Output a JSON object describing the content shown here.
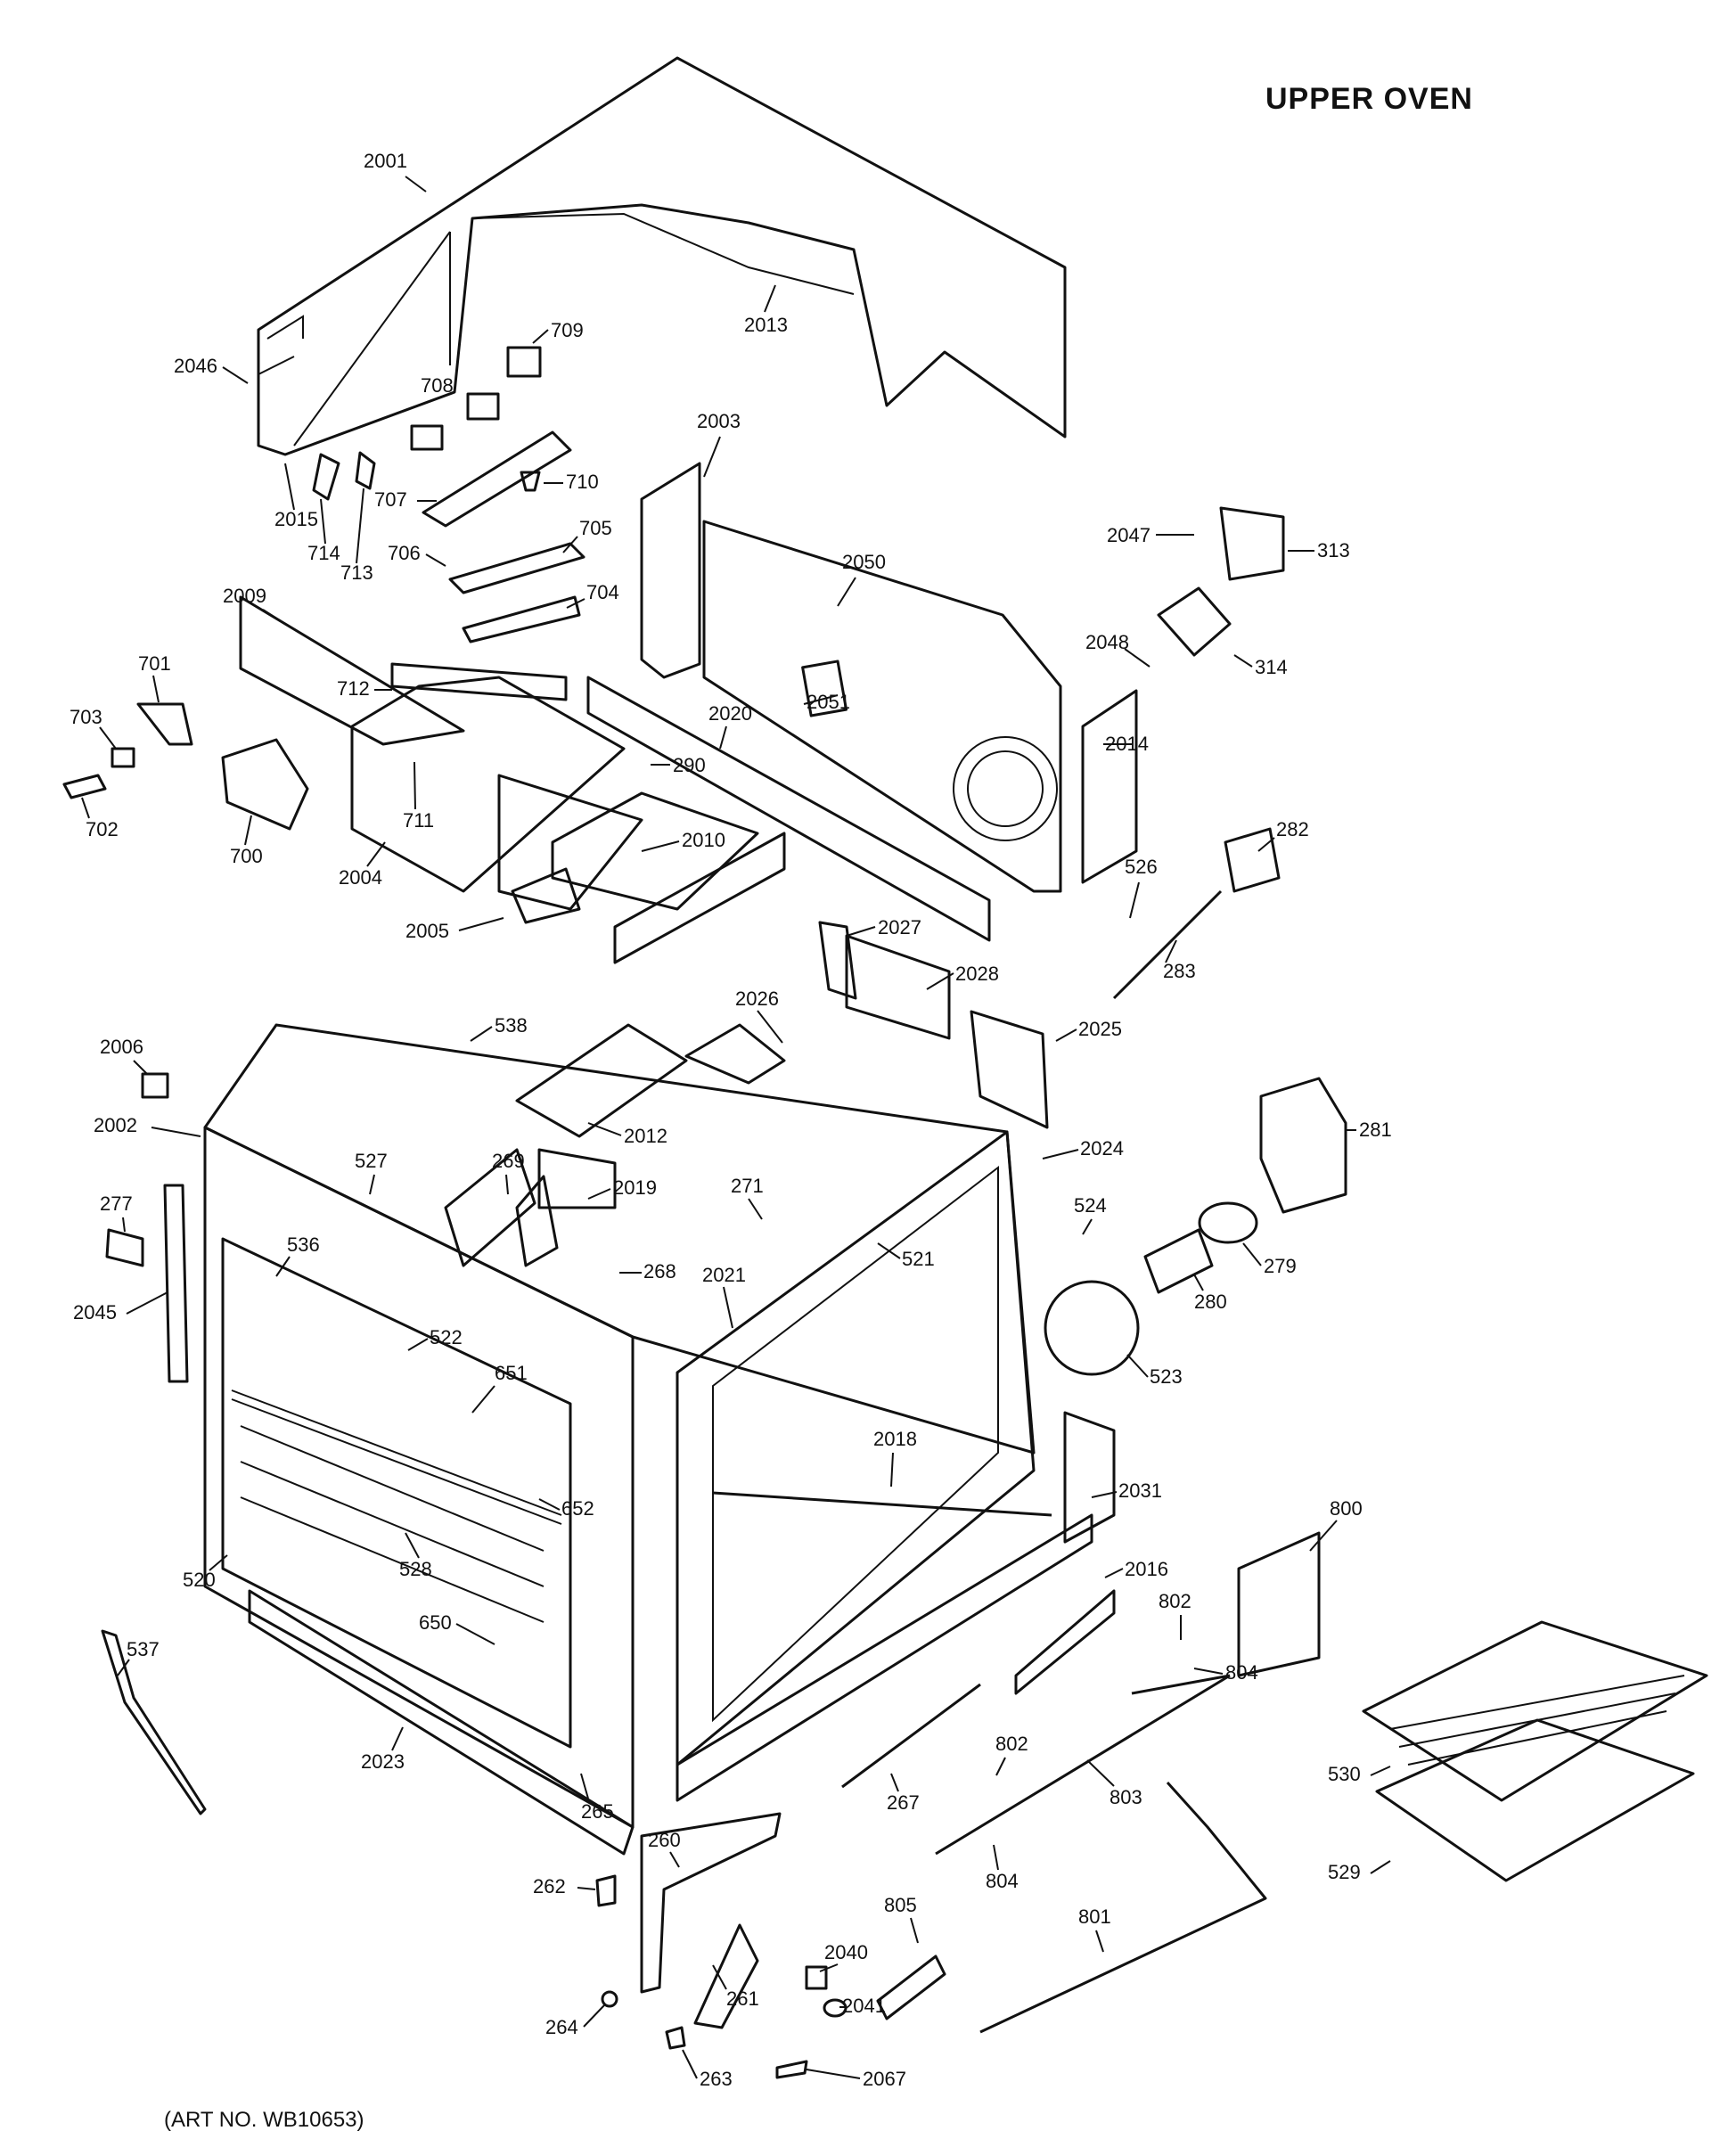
{
  "title": "UPPER OVEN",
  "art_number": "(ART NO. WB10653)",
  "callouts": [
    "2001",
    "2013",
    "2046",
    "709",
    "708",
    "2015",
    "714",
    "713",
    "707",
    "710",
    "706",
    "705",
    "704",
    "2003",
    "2050",
    "2047",
    "313",
    "2048",
    "314",
    "2009",
    "712",
    "701",
    "703",
    "702",
    "700",
    "711",
    "2004",
    "2051",
    "2020",
    "2014",
    "290",
    "2010",
    "282",
    "526",
    "2005",
    "2027",
    "2028",
    "283",
    "2026",
    "2006",
    "538",
    "2025",
    "2002",
    "2012",
    "2024",
    "281",
    "527",
    "269",
    "2019",
    "271",
    "277",
    "536",
    "268",
    "521",
    "524",
    "279",
    "2021",
    "280",
    "2045",
    "522",
    "651",
    "523",
    "652",
    "2018",
    "2031",
    "800",
    "2016",
    "528",
    "520",
    "802",
    "650",
    "804",
    "537",
    "802",
    "2023",
    "267",
    "803",
    "530",
    "265",
    "804",
    "529",
    "260",
    "805",
    "262",
    "801",
    "2040",
    "2041",
    "261",
    "264",
    "263",
    "2067"
  ]
}
